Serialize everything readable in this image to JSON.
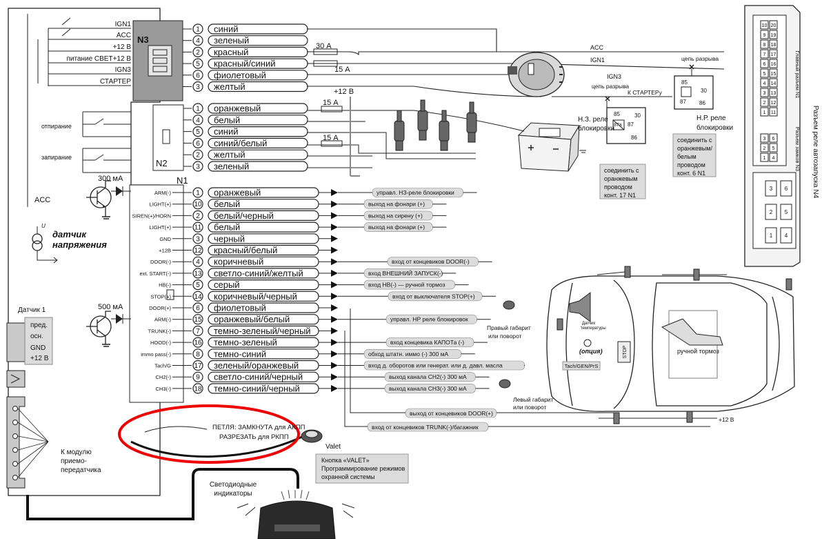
{
  "connectors": {
    "n3": "N3",
    "n2": "N2",
    "n1": "N1"
  },
  "n3_left": [
    "IGN1",
    "ACC",
    "+12 В",
    "питание СВЕТ+12 В",
    "IGN3",
    "СТАРТЕР"
  ],
  "n3_wires": [
    {
      "num": "1",
      "label": "синий"
    },
    {
      "num": "4",
      "label": "зеленый"
    },
    {
      "num": "2",
      "label": "красный"
    },
    {
      "num": "5",
      "label": "красный/синий"
    },
    {
      "num": "6",
      "label": "фиолетовый"
    },
    {
      "num": "3",
      "label": "желтый"
    }
  ],
  "n2_left": [
    "отпирание",
    "запирание"
  ],
  "n2_wires": [
    {
      "num": "1",
      "label": "оранжевый"
    },
    {
      "num": "4",
      "label": "белый"
    },
    {
      "num": "5",
      "label": "синий"
    },
    {
      "num": "6",
      "label": "синий/белый"
    },
    {
      "num": "2",
      "label": "желтый"
    },
    {
      "num": "3",
      "label": "зеленый"
    }
  ],
  "n1_wires": [
    {
      "pin": "ARM(-)",
      "num": "1",
      "label": "оранжевый",
      "pill": "управл. НЗ-реле блокировки"
    },
    {
      "pin": "LIGHT(+)",
      "num": "10",
      "label": "белый",
      "pill": "выход на фонари (+)"
    },
    {
      "pin": "SIREN(+)/HORN",
      "num": "2",
      "label": "белый/черный",
      "pill": "выход на сирену (+)"
    },
    {
      "pin": "LIGHT(+)",
      "num": "11",
      "label": "белый",
      "pill": "выход на фонари (+)"
    },
    {
      "pin": "GND",
      "num": "3",
      "label": "черный",
      "pill": ""
    },
    {
      "pin": "+12В",
      "num": "12",
      "label": "красный/белый",
      "pill": ""
    },
    {
      "pin": "DOOR(-)",
      "num": "4",
      "label": "коричневый",
      "pill": "вход от концевиков DOOR(-)"
    },
    {
      "pin": "ext. START(-)",
      "num": "13",
      "label": "светло-синий/желтый",
      "pill": "вход ВНЕШНИЙ ЗАПУСК(-)"
    },
    {
      "pin": "HB(-)",
      "num": "5",
      "label": "серый",
      "pill": "вход HB(-) — ручной тормоз"
    },
    {
      "pin": "STOP(+)",
      "num": "14",
      "label": "коричневый/черный",
      "pill": "вход от выключателя STOP(+)"
    },
    {
      "pin": "DOOR(+)",
      "num": "6",
      "label": "фиолетовый",
      "pill": ""
    },
    {
      "pin": "ARM(-)",
      "num": "15",
      "label": "оранжевый/белый",
      "pill": "управл. НР реле блокировок"
    },
    {
      "pin": "TRUNK(-)",
      "num": "7",
      "label": "темно-зеленый/черный",
      "pill": ""
    },
    {
      "pin": "HOOD(-)",
      "num": "16",
      "label": "темно-зеленый",
      "pill": "вход концевика КАПОТа (-)"
    },
    {
      "pin": "immo pass(-)",
      "num": "8",
      "label": "темно-синий",
      "pill": "обход штатн. иммо (-) 300 мА"
    },
    {
      "pin": "Tach/G",
      "num": "17",
      "label": "зеленый/оранжевый",
      "pill": "вход д. оборотов или генерат. или д. давл. масла"
    },
    {
      "pin": "CH2(-)",
      "num": "9",
      "label": "светло-синий/черный",
      "pill": "выход канала CH2(-) 300 мА"
    },
    {
      "pin": "CH3(-)",
      "num": "18",
      "label": "темно-синий/черный",
      "pill": "выход канала CH3(-) 300 мА"
    }
  ],
  "pills_bottom": [
    "выход от концевиков DOOR(+)",
    "вход от концевиков TRUNK(-)/багажник"
  ],
  "left": {
    "acc": "ACC",
    "ma300": "300 мА",
    "ma500": "500 мА",
    "sensor_title": "датчик",
    "sensor_title2": "напряжения",
    "sensor1": "Датчик 1",
    "sensor1_lines": [
      "пред.",
      "осн.",
      "GND",
      "+12 В"
    ],
    "module": [
      "К модулю",
      "приемо-",
      "передатчика"
    ]
  },
  "fuses": {
    "f30": "30 А",
    "f15a": "15 А",
    "f15b": "15 А",
    "f15c": "15 А",
    "plus12": "+12 В"
  },
  "ignition": {
    "acc": "ACC",
    "ign1": "IGN1",
    "ign3": "IGN3",
    "starter": "К СТАРТЕРу",
    "break1": "цепь разрыва",
    "break2": "цепь разрыва"
  },
  "relays": {
    "nz": [
      "Н.З. реле",
      "блокировки"
    ],
    "nr": [
      "Н.Р. реле",
      "блокировки"
    ],
    "nz_note": [
      "соединить с",
      "оранжевым",
      "проводом",
      "конт. 17 N1"
    ],
    "nr_note": [
      "соединить с",
      "оранжевым/",
      "белым",
      "проводом",
      "конт. 6 N1"
    ],
    "pins_nz": [
      "85",
      "87a",
      "87",
      "30",
      "86"
    ],
    "pins_nr": [
      "85",
      "30",
      "87",
      "86"
    ]
  },
  "loop": [
    "ПЕТЛЯ: ЗАМКНУТА для АКПП",
    "РАЗРЕЗАТЬ для РКПП"
  ],
  "valet": {
    "label": "Valet",
    "note": [
      "Кнопка «VALET»",
      "Программирование режимов",
      "охранной системы"
    ]
  },
  "led": [
    "Светодиодные",
    "индикаторы"
  ],
  "car": {
    "right_marker": [
      "Правый габарит",
      "или поворот"
    ],
    "left_marker": [
      "Левый габарит",
      "или поворот"
    ],
    "sensor_temp": [
      "Датчик",
      "температуры"
    ],
    "option": "(опция)",
    "tach": "Tach/GEN/PrS",
    "stop": "STOP",
    "handbrake": "ручной тормоз",
    "plus12": "+12 В"
  },
  "right_panel": {
    "title": "Разъем реле автозапуска N4",
    "sub1": "Главный разъем N1",
    "sub2": "Разъем замков N3",
    "grid_top": [
      "20",
      "19",
      "18",
      "17",
      "16",
      "15",
      "14",
      "13",
      "12",
      "11"
    ],
    "grid_bottom": [
      "10",
      "9",
      "8",
      "7",
      "6",
      "5",
      "4",
      "3",
      "2",
      "1"
    ],
    "grid_small_a": [
      "6",
      "5",
      "4"
    ],
    "grid_small_b": [
      "3",
      "2",
      "1"
    ],
    "n4_pins": [
      "3",
      "6",
      "2",
      "5",
      "1",
      "4"
    ]
  }
}
